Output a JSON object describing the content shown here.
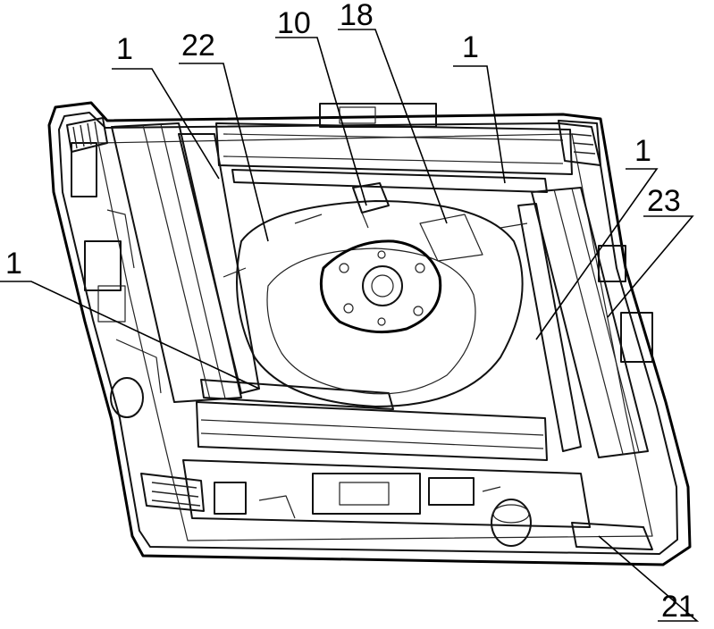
{
  "labels": {
    "l1_top_left": "1",
    "l22": "22",
    "l10": "10",
    "l18": "18",
    "l1_top_right": "1",
    "l1_right": "1",
    "l23": "23",
    "l1_left": "1",
    "l21": "21"
  },
  "colors": {
    "ink": "#000000",
    "paper": "#ffffff"
  }
}
